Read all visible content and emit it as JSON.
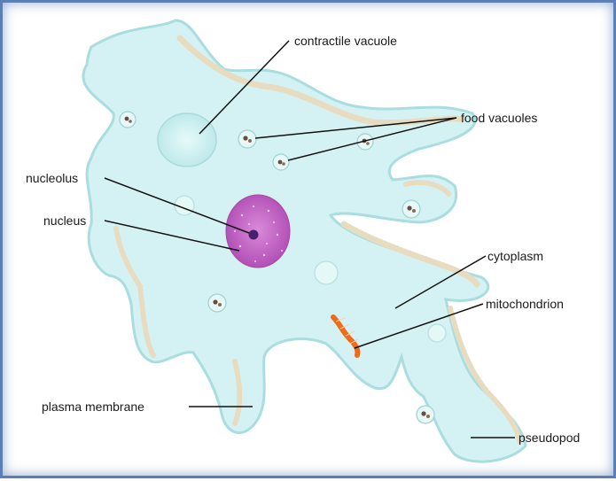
{
  "labels": {
    "contractile_vacuole": "contractile vacuole",
    "food_vacuoles": "food vacuoles",
    "nucleolus": "nucleolus",
    "nucleus": "nucleus",
    "cytoplasm": "cytoplasm",
    "mitochondrion": "mitochondrion",
    "plasma_membrane": "plasma membrane",
    "pseudopod": "pseudopod"
  },
  "colors": {
    "frame_border": "#5b7fb5",
    "cytoplasm_fill": "#d4f2f3",
    "membrane_edge": "#a9dde0",
    "granule_band": "#e8dcc0",
    "nucleus_fill": "#c66ac6",
    "nucleolus_fill": "#4a1e6e",
    "mitochondrion": "#f06a1a",
    "leader_lines": "#111111"
  }
}
